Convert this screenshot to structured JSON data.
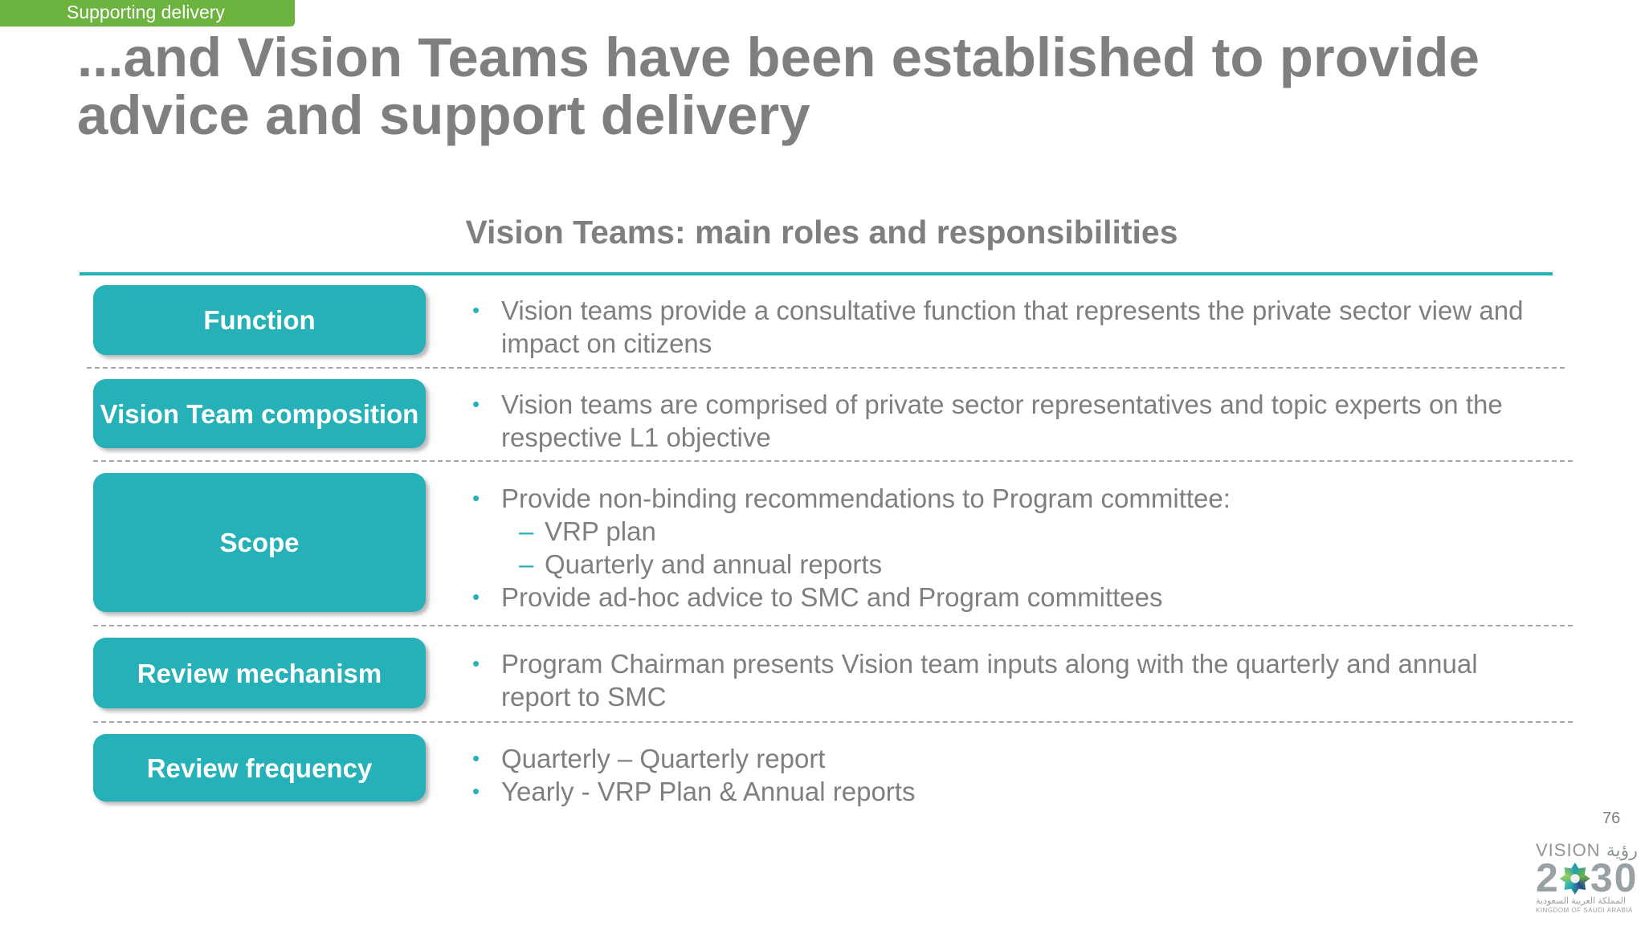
{
  "header": {
    "section_tag": "Supporting delivery",
    "title": "...and Vision Teams have been established to provide advice and support delivery"
  },
  "table": {
    "subtitle": "Vision Teams: main roles and responsibilities",
    "rows": [
      {
        "label": "Function",
        "items": [
          {
            "level": 1,
            "text": "Vision teams provide a consultative function that represents the private sector view and impact on citizens"
          }
        ]
      },
      {
        "label": "Vision Team composition",
        "items": [
          {
            "level": 1,
            "text": "Vision teams are comprised of private sector representatives and topic experts on the respective L1 objective"
          }
        ]
      },
      {
        "label": "Scope",
        "items": [
          {
            "level": 1,
            "text": "Provide non-binding recommendations to Program committee:"
          },
          {
            "level": 2,
            "text": "VRP plan"
          },
          {
            "level": 2,
            "text": "Quarterly and annual reports"
          },
          {
            "level": 1,
            "text": "Provide ad-hoc advice to SMC and Program committees"
          }
        ]
      },
      {
        "label": "Review mechanism",
        "items": [
          {
            "level": 1,
            "text": "Program Chairman presents Vision team inputs along with the quarterly and annual report to SMC"
          }
        ]
      },
      {
        "label": "Review frequency",
        "items": [
          {
            "level": 1,
            "text": "Quarterly – Quarterly report"
          },
          {
            "level": 1,
            "text": "Yearly - VRP Plan & Annual reports"
          }
        ]
      }
    ]
  },
  "bullets": {
    "level1": "•",
    "level2": "–"
  },
  "footer": {
    "page_number": "76",
    "logo": {
      "vision_text": "VISION",
      "vision_arabic": "رؤية",
      "year_left": "2",
      "year_right": "30",
      "arabic_line": "المملكة العربية السعودية",
      "english_line": "KINGDOM OF SAUDI ARABIA"
    }
  },
  "colors": {
    "section_tag": "#6db33f",
    "accent_teal": "#27b1b8",
    "label_box": "#25b1b7",
    "text_gray": "#7f7f7f",
    "divider_gray": "#a6a6a6"
  }
}
